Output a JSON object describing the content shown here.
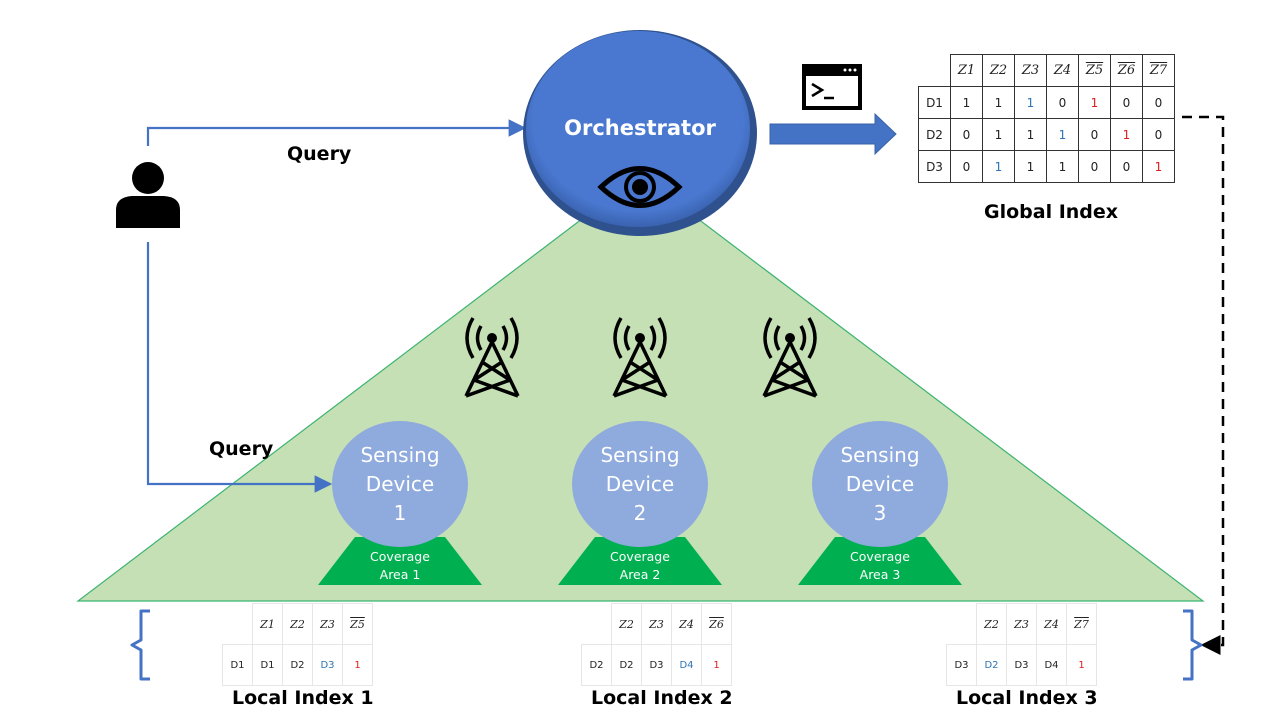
{
  "colors": {
    "orchestrator_fill": "#4a78d0",
    "orchestrator_border": "#2f528f",
    "sensing_fill": "#8faadc",
    "coverage_fill": "#00b050",
    "region_fill": "#c5e0b4",
    "region_edge": "#00b050",
    "arrow_blue": "#4472c4",
    "value_blue": "#2e75b6",
    "value_red": "#e02020"
  },
  "user": {
    "icon": "user-icon"
  },
  "query_labels": {
    "top": "Query",
    "bottom": "Query"
  },
  "orchestrator": {
    "label": "Orchestrator",
    "icon": "eye-icon"
  },
  "terminal": {
    "icon": "terminal-icon"
  },
  "towers": [
    {
      "icon": "antenna-tower-icon"
    },
    {
      "icon": "antenna-tower-icon"
    },
    {
      "icon": "antenna-tower-icon"
    }
  ],
  "sensing_devices": [
    {
      "line1": "Sensing",
      "line2": "Device",
      "line3": "1",
      "coverage1": "Coverage",
      "coverage2": "Area 1"
    },
    {
      "line1": "Sensing",
      "line2": "Device",
      "line3": "2",
      "coverage1": "Coverage",
      "coverage2": "Area 2"
    },
    {
      "line1": "Sensing",
      "line2": "Device",
      "line3": "3",
      "coverage1": "Coverage",
      "coverage2": "Area 3"
    }
  ],
  "global_index": {
    "title": "Global Index",
    "headers": [
      "Z1",
      "Z2",
      "Z3",
      "Z4",
      "Z5",
      "Z6",
      "Z7"
    ],
    "negated": [
      false,
      false,
      false,
      false,
      true,
      true,
      true
    ],
    "rows": [
      {
        "label": "D1",
        "values": [
          "1",
          "1",
          "1",
          "0",
          "1",
          "0",
          "0"
        ],
        "colors": [
          "",
          "",
          "blue",
          "",
          "red",
          "",
          ""
        ]
      },
      {
        "label": "D2",
        "values": [
          "0",
          "1",
          "1",
          "1",
          "0",
          "1",
          "0"
        ],
        "colors": [
          "",
          "",
          "",
          "blue",
          "",
          "red",
          ""
        ]
      },
      {
        "label": "D3",
        "values": [
          "0",
          "1",
          "1",
          "1",
          "0",
          "0",
          "1"
        ],
        "colors": [
          "",
          "blue",
          "",
          "",
          "",
          "",
          "red"
        ]
      }
    ]
  },
  "local_indices": [
    {
      "title": "Local Index 1",
      "headers": [
        "Z1",
        "Z2",
        "Z3",
        "Z5"
      ],
      "negated": [
        false,
        false,
        false,
        true
      ],
      "row": {
        "label": "D1",
        "values": [
          "D1",
          "D2",
          "D3",
          "1"
        ],
        "colors": [
          "",
          "",
          "blue",
          "red"
        ]
      }
    },
    {
      "title": "Local Index 2",
      "headers": [
        "Z2",
        "Z3",
        "Z4",
        "Z6"
      ],
      "negated": [
        false,
        false,
        false,
        true
      ],
      "row": {
        "label": "D2",
        "values": [
          "D2",
          "D3",
          "D4",
          "1"
        ],
        "colors": [
          "",
          "",
          "blue",
          "red"
        ]
      }
    },
    {
      "title": "Local Index 3",
      "headers": [
        "Z2",
        "Z3",
        "Z4",
        "Z7"
      ],
      "negated": [
        false,
        false,
        false,
        true
      ],
      "row": {
        "label": "D3",
        "values": [
          "D2",
          "D3",
          "D4",
          "1"
        ],
        "colors": [
          "blue",
          "",
          "",
          "red"
        ]
      }
    }
  ]
}
